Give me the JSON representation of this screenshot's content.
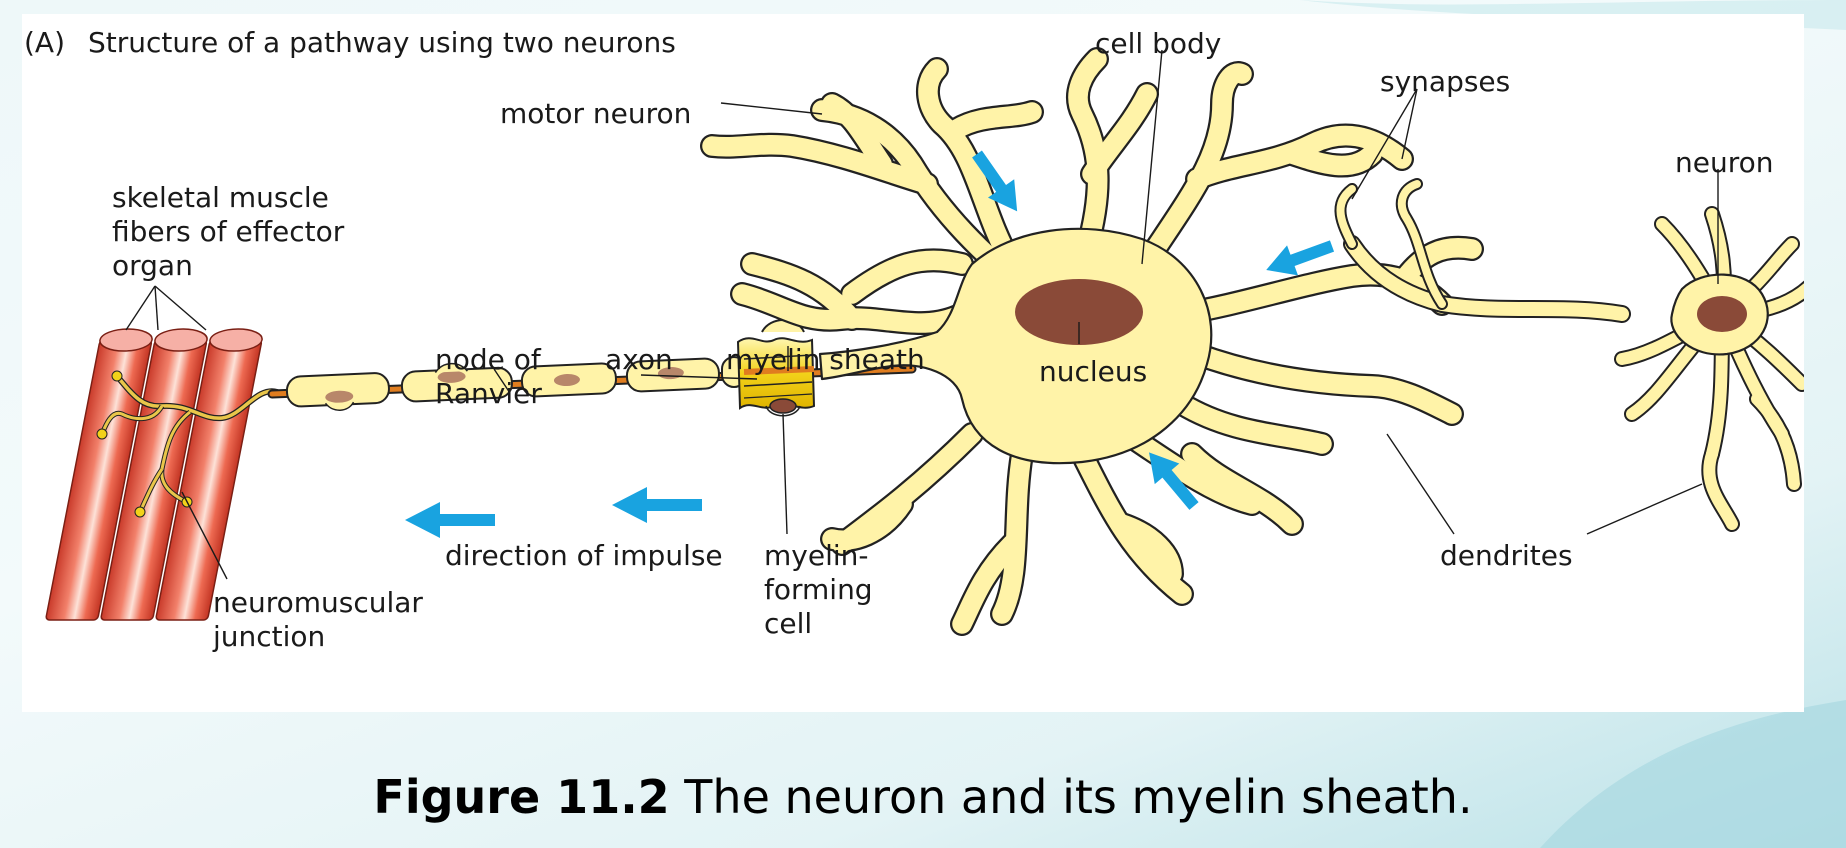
{
  "panel": {
    "tag": "(A)",
    "title": "Structure of a pathway using two neurons"
  },
  "labels": {
    "motor_neuron": "motor neuron",
    "cell_body": "cell body",
    "synapses": "synapses",
    "neuron": "neuron",
    "skeletal_muscle_line1": "skeletal muscle",
    "skeletal_muscle_line2": "fibers of effector",
    "skeletal_muscle_line3": "organ",
    "node_line1": "node of",
    "node_line2": "Ranvier",
    "axon": "axon",
    "myelin_sheath": "myelin sheath",
    "nucleus": "nucleus",
    "direction_of_impulse": "direction of impulse",
    "myelin_forming_line1": "myelin-",
    "myelin_forming_line2": "forming",
    "myelin_forming_line3": "cell",
    "neuromuscular_line1": "neuromuscular",
    "neuromuscular_line2": "junction",
    "dendrites": "dendrites"
  },
  "caption": {
    "figure_number": "Figure 11.2",
    "text": " The neuron and its myelin sheath."
  },
  "colors": {
    "neuron_fill": "#fff3a8",
    "nucleus": "#8a4a38",
    "muscle": "#e8604a",
    "arrow": "#19a3e0",
    "myelin_gold": "#f2d21a"
  }
}
